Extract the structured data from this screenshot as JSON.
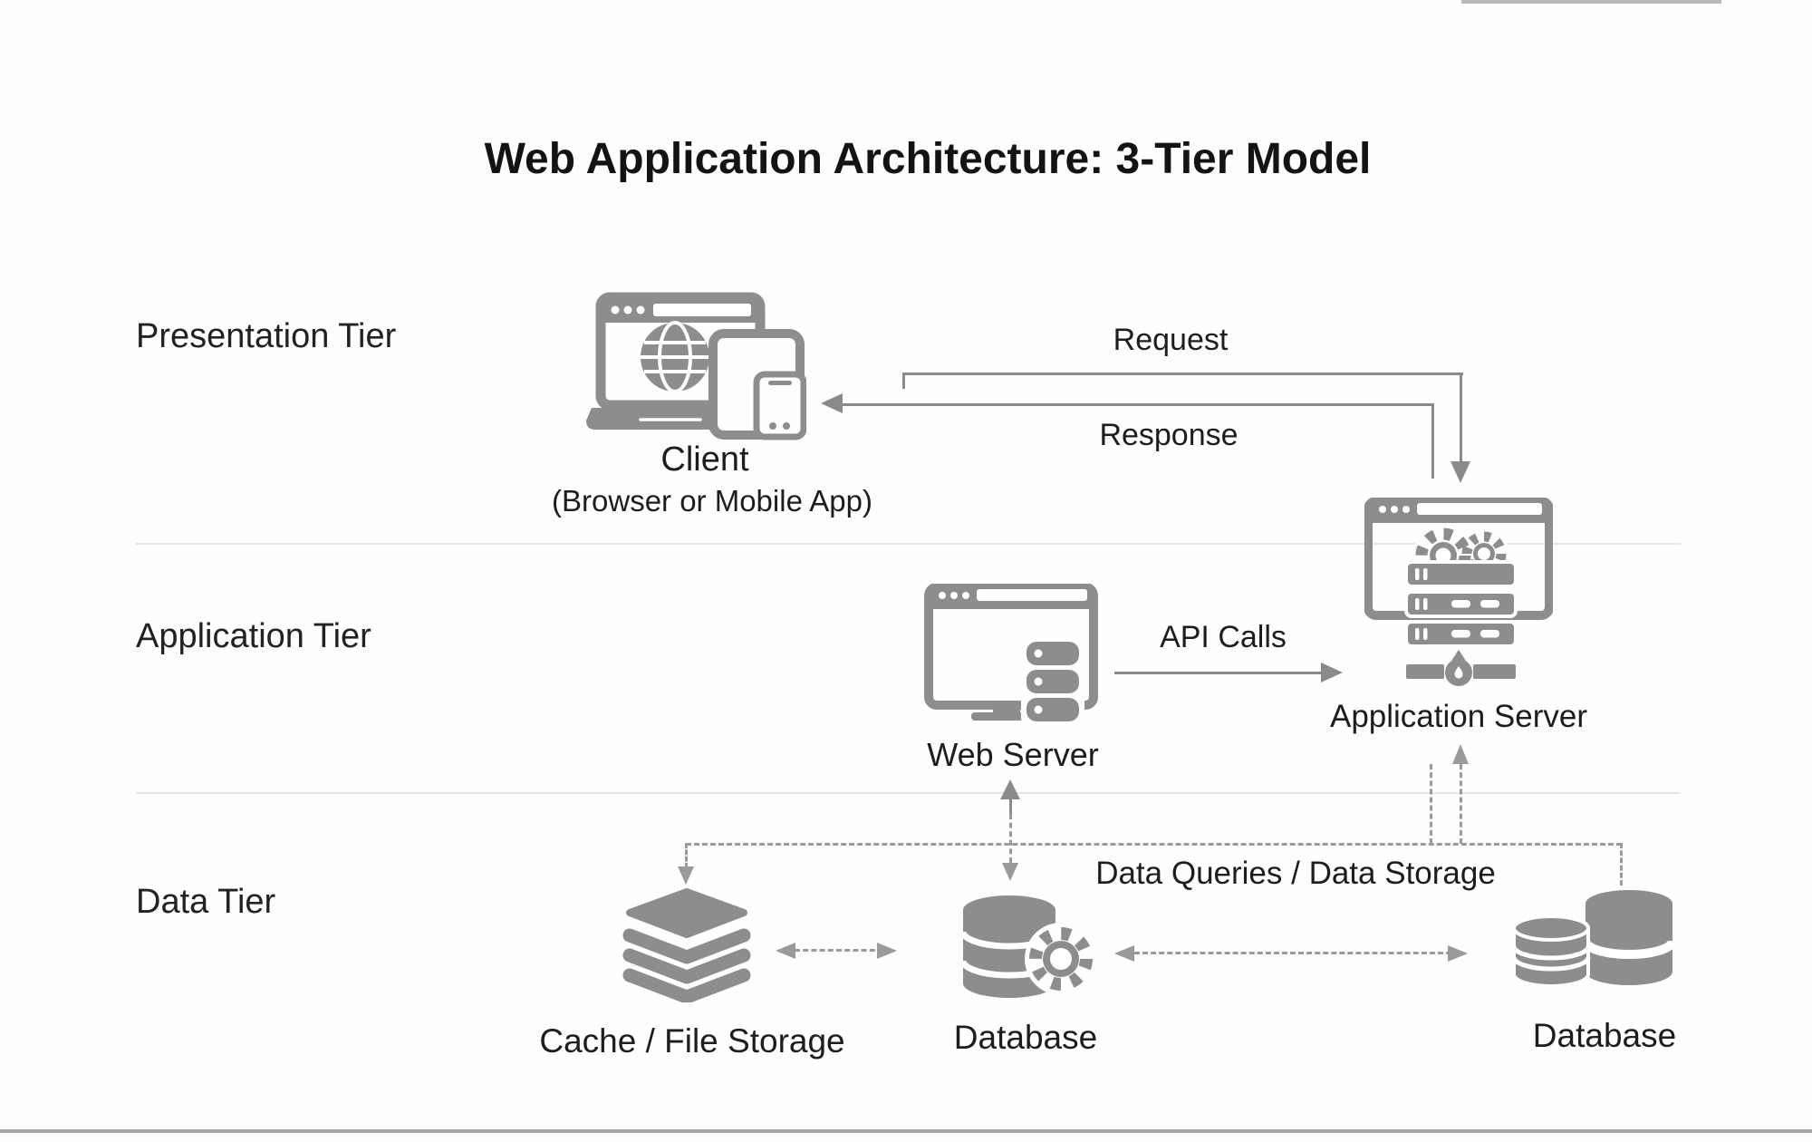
{
  "diagram": {
    "title": "Web Application Architecture: 3-Tier Model",
    "tiers": [
      {
        "label": "Presentation Tier"
      },
      {
        "label": "Application Tier"
      },
      {
        "label": "Data Tier"
      }
    ],
    "nodes": {
      "client": {
        "label": "Client",
        "sublabel": "(Browser or Mobile App)",
        "icon": "client-devices-icon"
      },
      "web_server": {
        "label": "Web Server",
        "icon": "web-server-icon"
      },
      "app_server": {
        "label": "Application Server",
        "icon": "application-server-icon"
      },
      "cache": {
        "label": "Cache / File Storage",
        "icon": "cache-layers-icon"
      },
      "database_primary": {
        "label": "Database",
        "icon": "database-gear-icon"
      },
      "database_secondary": {
        "label": "Database",
        "icon": "database-cylinders-icon"
      }
    },
    "edges": {
      "request": {
        "label": "Request"
      },
      "response": {
        "label": "Response"
      },
      "api_calls": {
        "label": "API Calls"
      },
      "data_queries": {
        "label": "Data Queries / Data Storage"
      }
    },
    "colors": {
      "icon_gray": "#8d8d8d",
      "arrow_solid": "#8a8a8a",
      "arrow_dashed": "#9a9a9a",
      "text": "#1d1d1d",
      "separator": "#e4e4e4",
      "top_rule": "#b9b9b9",
      "bottom_rule": "#a3a3a3"
    }
  }
}
